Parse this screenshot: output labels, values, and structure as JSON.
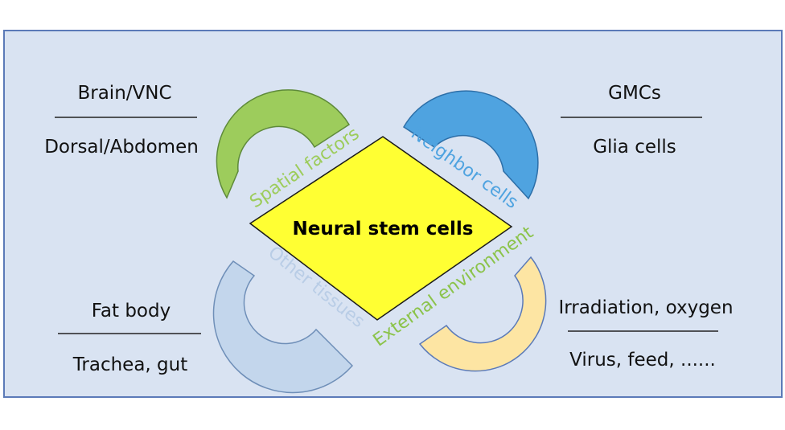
{
  "center": {
    "label": "Neural stem cells"
  },
  "factors": {
    "spatial": {
      "label": "Spatial factors",
      "color": "#9dcc5c"
    },
    "neighbor": {
      "label": "Neighbor cells",
      "color": "#4fa3e0"
    },
    "other": {
      "label": "Other tissues",
      "color": "#b9cde6"
    },
    "external": {
      "label": "External environment",
      "color": "#8bc34a"
    }
  },
  "colors": {
    "panel_bg": "#d9e3f2",
    "panel_border": "#5b7ab8",
    "diamond_fill": "#ffff33",
    "arc_spatial": "#9dcc5c",
    "arc_neighbor": "#4fa3e0",
    "arc_other": "#c3d6ec",
    "arc_external": "#fde5a3"
  },
  "corners": {
    "top_left": {
      "top": "Brain/VNC",
      "bottom": "Dorsal/Abdomen"
    },
    "top_right": {
      "top": "GMCs",
      "bottom": "Glia cells"
    },
    "bottom_left": {
      "top": "Fat body",
      "bottom": "Trachea, gut"
    },
    "bottom_right": {
      "top": "Irradiation, oxygen",
      "bottom": "Virus, feed, ......"
    }
  }
}
